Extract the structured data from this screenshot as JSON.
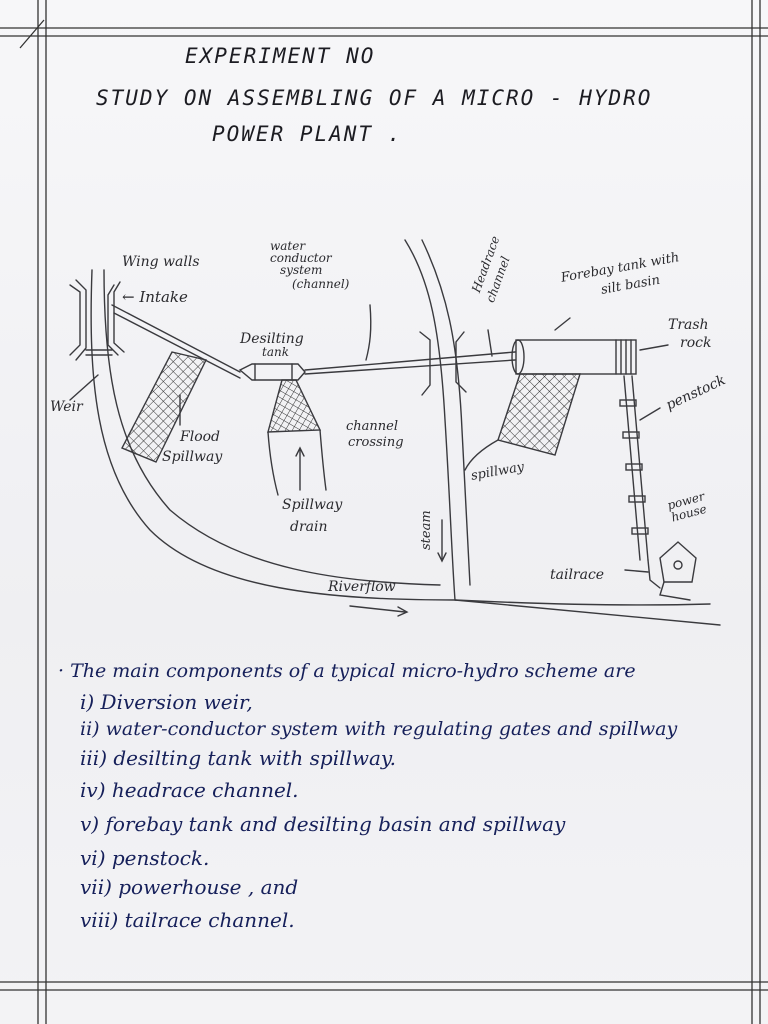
{
  "header": {
    "experiment": "EXPERIMENT NO",
    "title_line1": "STUDY ON ASSEMBLING OF A MICRO - HYDRO",
    "title_line2": "POWER PLANT ."
  },
  "diagram": {
    "labels": {
      "wing_walls": "Wing walls",
      "intake": "← Intake",
      "weir": "Weir",
      "water_conductor_1": "water",
      "water_conductor_2": "conductor",
      "water_conductor_3": "system",
      "water_conductor_4": "(channel)",
      "desilting_1": "Desilting",
      "desilting_2": "tank",
      "headrace_1": "Headrace",
      "headrace_2": "channel",
      "forebay_1": "Forebay tank with",
      "forebay_2": "silt basin",
      "trash_1": "Trash",
      "trash_2": "rock",
      "penstock": "penstock",
      "flood_1": "Flood",
      "flood_2": "Spillway",
      "channel_crossing_1": "channel",
      "channel_crossing_2": "crossing",
      "spillway": "spillway",
      "spillway_drain_1": "Spillway",
      "spillway_drain_2": "drain",
      "stream": "steam",
      "power_1": "power",
      "power_2": "house",
      "tailrace": "tailrace",
      "river_flow": "Riverflow"
    }
  },
  "notes": {
    "intro": "· The main components of a typical micro-hydro scheme are",
    "items": [
      "i) Diversion weir,",
      "ii) water-conductor system with regulating gates and spillway",
      "iii) desilting tank with spillway.",
      "iv) headrace channel.",
      "v) forebay tank and desilting basin and spillway",
      "vi) penstock.",
      "vii) powerhouse , and",
      "viii) tailrace channel."
    ]
  }
}
